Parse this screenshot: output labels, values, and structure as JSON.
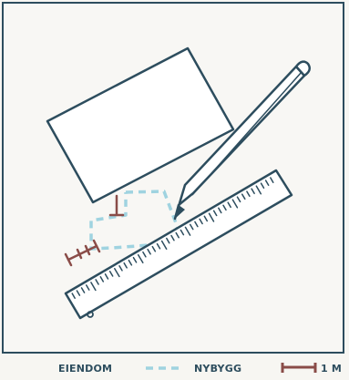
{
  "legend": {
    "items": [
      {
        "key": "property",
        "label": "EIENDOM"
      },
      {
        "key": "new_building",
        "label": "NYBYGG"
      },
      {
        "key": "distance",
        "label": "1 M"
      }
    ]
  },
  "colors": {
    "outline": "#2d4d5e",
    "property_fill": "#ffffff",
    "new_building_dash": "#9fd3e0",
    "distance_marker": "#8a4c48",
    "ruler_fill": "#ffffff",
    "pencil_fill": "#ffffff",
    "background": "#f8f7f4"
  },
  "icons": {
    "pencil": "pencil-icon",
    "ruler": "ruler-icon"
  }
}
